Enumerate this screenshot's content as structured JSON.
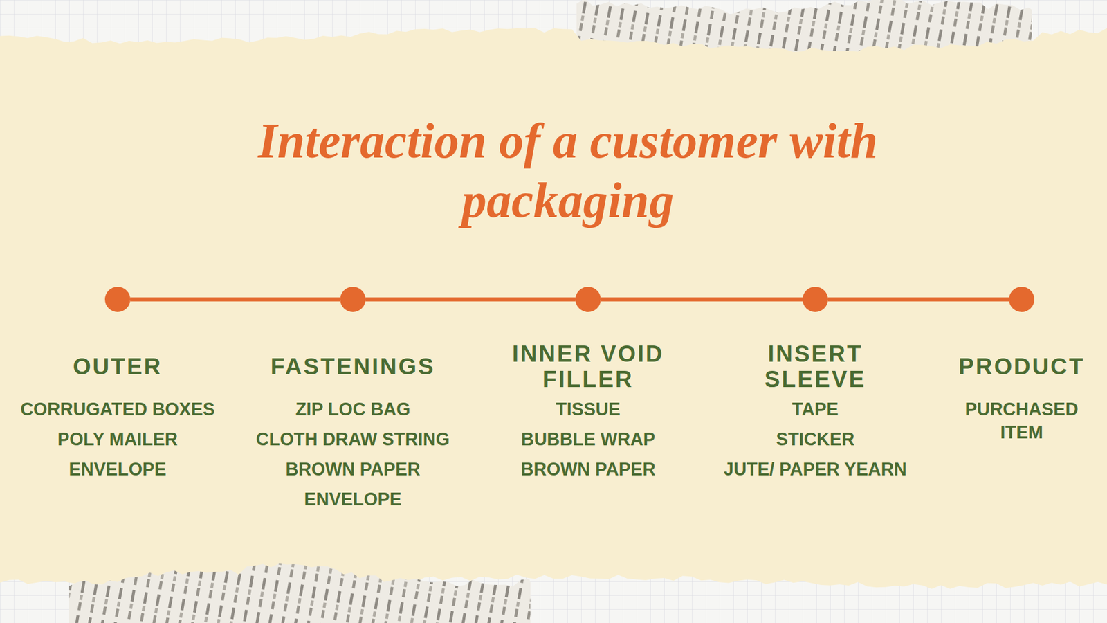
{
  "diagram": {
    "title": "Interaction of a customer with packaging",
    "nodes": [
      {
        "text": [
          "OUTER",
          "CORRUGATED BOXES",
          "POLY MAILER",
          "ENVELOPE"
        ]
      },
      {
        "text": [
          "FASTENINGS",
          "ZIP LOC BAG",
          "CLOTH DRAW STRING",
          "BROWN PAPER",
          "ENVELOPE"
        ]
      },
      {
        "text": [
          "INNER VOID FILLER",
          "TISSUE",
          "BUBBLE WRAP",
          "BROWN PAPER"
        ]
      },
      {
        "text": [
          "INSERT SLEEVE",
          "TAPE",
          "STICKER",
          "JUTE/ PAPER YEARN"
        ]
      },
      {
        "text": [
          "PRODUCT",
          "PURCHASED ITEM"
        ]
      }
    ],
    "edges": [
      {
        "from": 0,
        "to": 1,
        "arrow": "none"
      },
      {
        "from": 1,
        "to": 2,
        "arrow": "none"
      },
      {
        "from": 2,
        "to": 3,
        "arrow": "none"
      },
      {
        "from": 3,
        "to": 4,
        "arrow": "none"
      }
    ]
  }
}
